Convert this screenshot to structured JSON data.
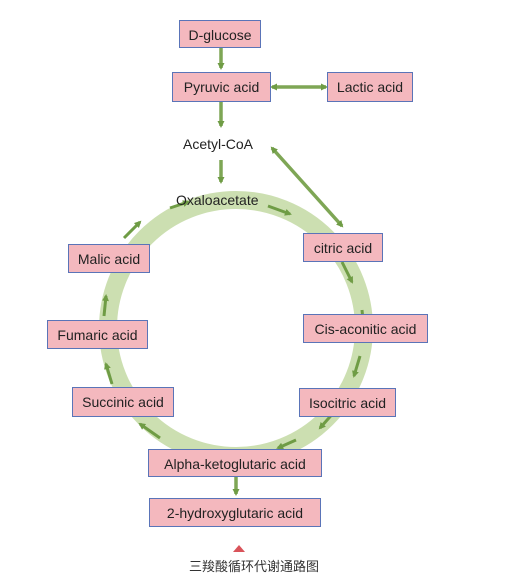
{
  "nodes": {
    "d_glucose": "D-glucose",
    "pyruvic_acid": "Pyruvic acid",
    "lactic_acid": "Lactic acid",
    "acetyl_coa": "Acetyl-CoA",
    "oxaloacetate": "Oxaloacetate",
    "citric_acid": "citric acid",
    "cis_aconitic_acid": "Cis-aconitic acid",
    "isocitric_acid": "Isocitric acid",
    "alpha_ketoglutaric_acid": "Alpha-ketoglutaric acid",
    "hydroxyglutaric_acid": "2-hydroxyglutaric acid",
    "succinic_acid": "Succinic acid",
    "fumaric_acid": "Fumaric acid",
    "malic_acid": "Malic acid"
  },
  "caption": "三羧酸循环代谢通路图",
  "colors": {
    "node_fill": "#f4b8be",
    "node_border": "#5a74b8",
    "arrow": "#7ea655",
    "cycle_ring": "#c6dba9"
  }
}
